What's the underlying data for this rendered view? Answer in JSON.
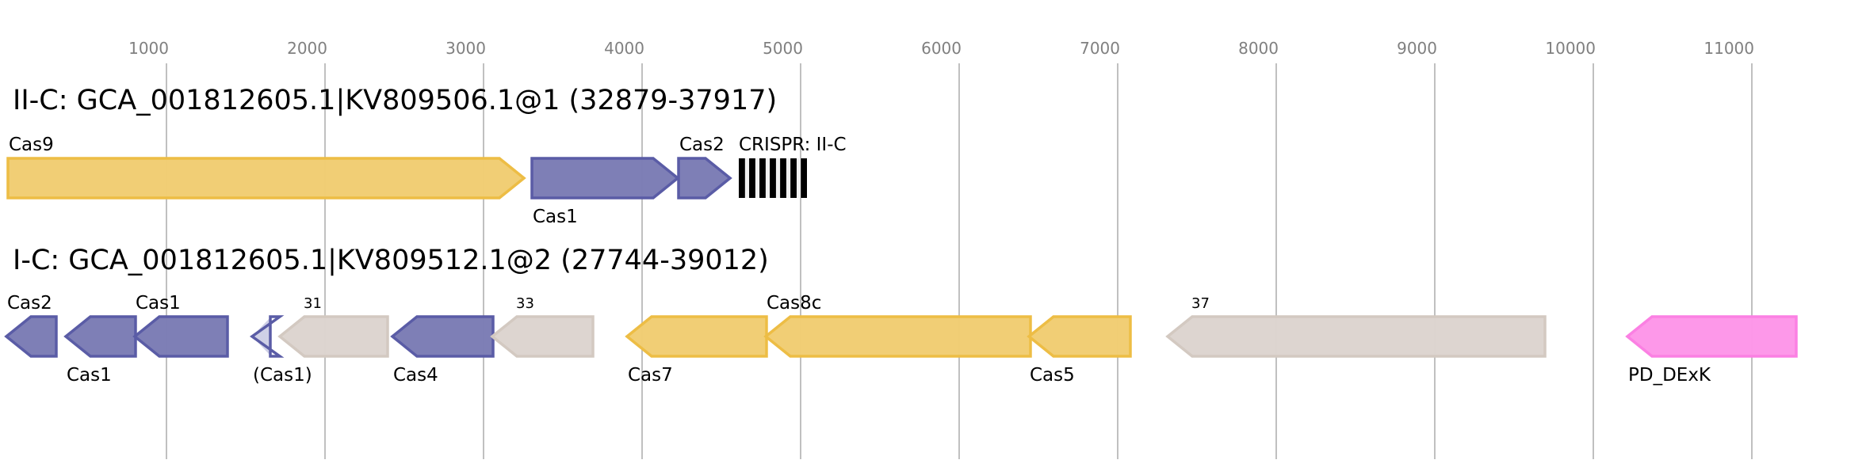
{
  "figure": {
    "type": "gene-cluster-diagram",
    "axis": {
      "unit": "bp",
      "ticks": [
        1000,
        2000,
        3000,
        4000,
        5000,
        6000,
        7000,
        8000,
        9000,
        10000,
        11000
      ]
    },
    "colors": {
      "yellow": {
        "fill": "#f1cd72",
        "stroke": "#edbd45"
      },
      "blue": {
        "fill": "#7b7cb5",
        "stroke": "#5a5ca6"
      },
      "blue_partial": {
        "fill": "#cfd0e6",
        "stroke": "#5a5ca6"
      },
      "gray": {
        "fill": "#dcd4cf",
        "stroke": "#d3c9c1"
      },
      "pink": {
        "fill": "#fd96e9",
        "stroke": "#fb80e3"
      },
      "crispr": "#000000"
    },
    "tracks": [
      {
        "title": "II-C: GCA_001812605.1|KV809506.1@1 (32879-37917)",
        "genes": [
          {
            "label": "Cas9",
            "start": 0,
            "end": 3255,
            "strand": "+",
            "color": "yellow",
            "label_pos": "top"
          },
          {
            "label": "Cas1",
            "start": 3305,
            "end": 4225,
            "strand": "+",
            "color": "blue",
            "label_pos": "bottom"
          },
          {
            "label": "Cas2",
            "start": 4230,
            "end": 4555,
            "strand": "+",
            "color": "blue",
            "label_pos": "top"
          }
        ],
        "crispr": {
          "label": "CRISPR: II-C",
          "start": 4610,
          "end": 5040,
          "repeats": 7
        }
      },
      {
        "title": "I-C: GCA_001812605.1|KV809512.1@2 (27744-39012)",
        "genes": [
          {
            "label": "Cas2",
            "start": -10,
            "end": 305,
            "strand": "-",
            "color": "blue",
            "label_pos": "top"
          },
          {
            "label": "Cas1",
            "start": 365,
            "end": 805,
            "strand": "-",
            "color": "blue",
            "label_pos": "bottom"
          },
          {
            "label": "Cas1",
            "start": 800,
            "end": 1385,
            "strand": "-",
            "color": "blue",
            "label_pos": "top"
          },
          {
            "label": "(Cas1)",
            "start": 1540,
            "end": 1655,
            "strand": "-",
            "color": "blue_partial",
            "label_pos": "bottom",
            "partial": true
          },
          {
            "label": "31",
            "start": 1715,
            "end": 2395,
            "strand": "-",
            "color": "gray",
            "label_pos": "top",
            "small": true
          },
          {
            "label": "Cas4",
            "start": 2425,
            "end": 3060,
            "strand": "-",
            "color": "blue",
            "label_pos": "bottom"
          },
          {
            "label": "33",
            "start": 3055,
            "end": 3690,
            "strand": "-",
            "color": "gray",
            "label_pos": "top",
            "small": true
          },
          {
            "label": "Cas7",
            "start": 3905,
            "end": 4785,
            "strand": "-",
            "color": "yellow",
            "label_pos": "bottom"
          },
          {
            "label": "Cas8c",
            "start": 4780,
            "end": 6450,
            "strand": "-",
            "color": "yellow",
            "label_pos": "top"
          },
          {
            "label": "Cas5",
            "start": 6440,
            "end": 7080,
            "strand": "-",
            "color": "yellow",
            "label_pos": "bottom"
          },
          {
            "label": "37",
            "start": 7315,
            "end": 9695,
            "strand": "-",
            "color": "gray",
            "label_pos": "top",
            "small": true
          },
          {
            "label": "PD_DExK",
            "start": 10215,
            "end": 11280,
            "strand": "-",
            "color": "pink",
            "label_pos": "bottom"
          }
        ]
      }
    ]
  }
}
